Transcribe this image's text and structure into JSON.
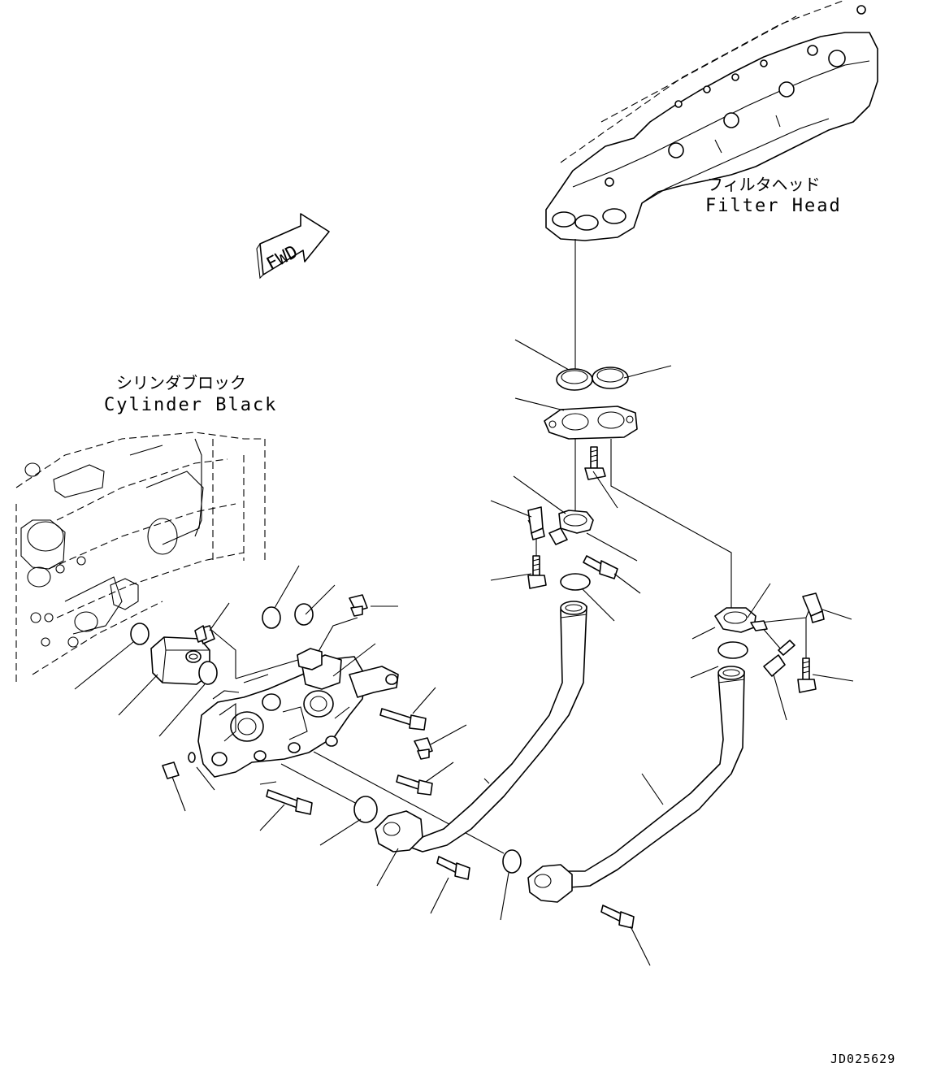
{
  "labels": {
    "filter_head_jp": "フィルタヘッド",
    "filter_head_en": "Filter Head",
    "cylinder_block_jp": "シリンダブロック",
    "cylinder_block_en": "Cylinder Black",
    "fwd": "FWD",
    "drawing_number": "JD025629"
  },
  "icons": {
    "direction_arrow": "fwd-arrow-icon"
  }
}
